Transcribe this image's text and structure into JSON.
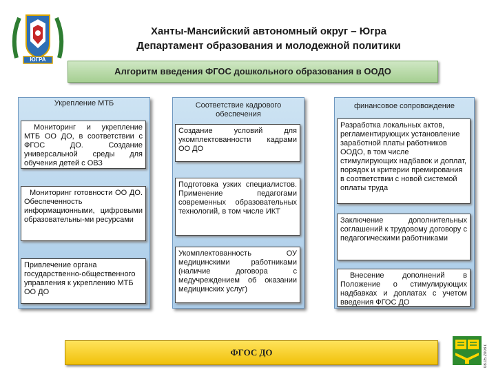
{
  "header": {
    "line1": "Ханты-Мансийский автономный округ – Югра",
    "line2": "Департамент образования и молодежной политики",
    "emblem_text": "ЮГРА"
  },
  "banner": {
    "title": "Алгоритм введения ФГОС дошкольного образования в ООДО"
  },
  "columns": [
    {
      "title": "Укрепление МТБ",
      "boxes": [
        "Мониторинг и укрепление МТБ ОО ДО, в соответствии с ФГОС ДО. Создание универсальной среды для обучения детей с ОВЗ",
        "Мониторинг готовности ОО ДО. Обеспеченность информационными, цифровыми образовательны-ми ресурсами",
        "Привлечение органа государственно-общественного управления к укреплению МТБ ОО ДО"
      ]
    },
    {
      "title": "Соответствие кадрового обеспечения",
      "boxes": [
        "Создание условий для укомплектованности кадрами ОО ДО",
        "Подготовка узких специалистов. Применение педагогами современных образовательных технологий, в том числе ИКТ",
        "Укомплектованность ОУ медицинскими работниками (наличие договора с медучреждением об оказании медицинских услуг)"
      ]
    },
    {
      "title": "финансовое сопровождение",
      "boxes": [
        "Разработка локальных актов, регламентирующих установление заработной платы работников ООДО, в том числе стимулирующих надбавок и доплат, порядок и критерии премирования в соответствии с новой системой оплаты труда",
        "Заключение дополнительных соглашений к трудовому договору с педагогическими работниками",
        "Внесение дополнений в Положение о стимулирующих надбавках и доплатах с учетом введения ФГОС ДО"
      ]
    }
  ],
  "footer": {
    "fgos": "ФГОС ДО",
    "side_code": "08.05.2008 г.",
    "colors": {
      "banner": "#b5d8a4",
      "column": "#b8d4ec",
      "fgos": "#f5cf1e"
    }
  }
}
